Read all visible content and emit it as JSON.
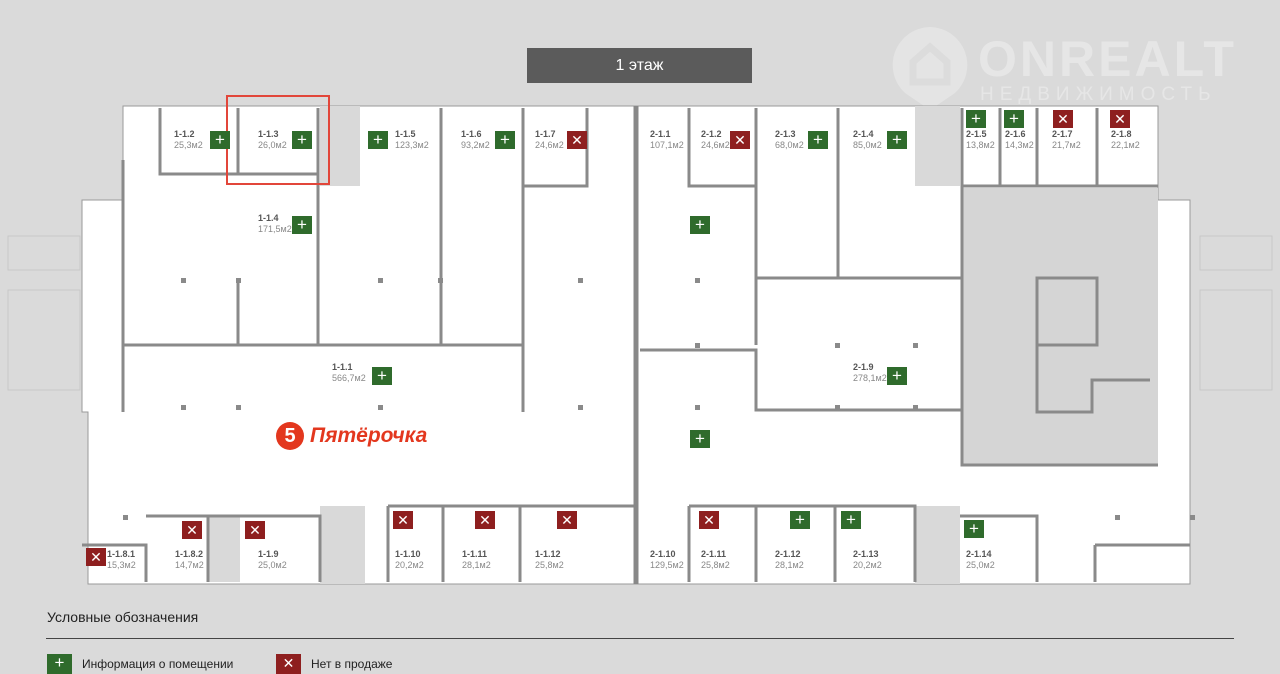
{
  "floor": {
    "label": "1 этаж"
  },
  "watermark": {
    "title": "ONREALT",
    "subtitle": "НЕДВИЖИМОСТЬ"
  },
  "brand": {
    "name": "Пятёрочка",
    "digit": "5",
    "color": "#e3371e"
  },
  "colors": {
    "available": "#2f6b2c",
    "not_for_sale": "#8e1f1f",
    "selection": "#e2463a"
  },
  "rooms": [
    {
      "id": "1-1.2",
      "area": "25,3м2",
      "status": "available"
    },
    {
      "id": "1-1.3",
      "area": "26,0м2",
      "status": "available",
      "selected": true
    },
    {
      "id": "1-1.5",
      "area": "123,3м2",
      "status": "available"
    },
    {
      "id": "1-1.6",
      "area": "93,2м2",
      "status": "available"
    },
    {
      "id": "1-1.7",
      "area": "24,6м2",
      "status": "not_for_sale"
    },
    {
      "id": "1-1.4",
      "area": "171,5м2",
      "status": "available"
    },
    {
      "id": "2-1.1",
      "area": "107,1м2",
      "status": "none"
    },
    {
      "id": "2-1.2",
      "area": "24,6м2",
      "status": "not_for_sale"
    },
    {
      "id": "2-1.3",
      "area": "68,0м2",
      "status": "available"
    },
    {
      "id": "2-1.4",
      "area": "85,0м2",
      "status": "available"
    },
    {
      "id": "2-1.5",
      "area": "13,8м2",
      "status": "available"
    },
    {
      "id": "2-1.6",
      "area": "14,3м2",
      "status": "available"
    },
    {
      "id": "2-1.7",
      "area": "21,7м2",
      "status": "not_for_sale"
    },
    {
      "id": "2-1.8",
      "area": "22,1м2",
      "status": "not_for_sale"
    },
    {
      "id": "1-1.1",
      "area": "566,7м2",
      "status": "available"
    },
    {
      "id": "2-1.9",
      "area": "278,1м2",
      "status": "available"
    },
    {
      "id": "1-1.8.1",
      "area": "15,3м2",
      "status": "not_for_sale"
    },
    {
      "id": "1-1.8.2",
      "area": "14,7м2",
      "status": "not_for_sale"
    },
    {
      "id": "1-1.9",
      "area": "25,0м2",
      "status": "not_for_sale"
    },
    {
      "id": "1-1.10",
      "area": "20,2м2",
      "status": "not_for_sale"
    },
    {
      "id": "1-1.11",
      "area": "28,1м2",
      "status": "not_for_sale"
    },
    {
      "id": "1-1.12",
      "area": "25,8м2",
      "status": "not_for_sale"
    },
    {
      "id": "2-1.10",
      "area": "129,5м2",
      "status": "none"
    },
    {
      "id": "2-1.11",
      "area": "25,8м2",
      "status": "not_for_sale"
    },
    {
      "id": "2-1.12",
      "area": "28,1м2",
      "status": "available"
    },
    {
      "id": "2-1.13",
      "area": "20,2м2",
      "status": "available"
    },
    {
      "id": "2-1.14",
      "area": "25,0м2",
      "status": "available"
    }
  ],
  "extra_markers": [
    "available",
    "available"
  ],
  "legend": {
    "title": "Условные обозначения",
    "available_label": "Информация о помещении",
    "not_for_sale_label": "Нет в продаже"
  }
}
